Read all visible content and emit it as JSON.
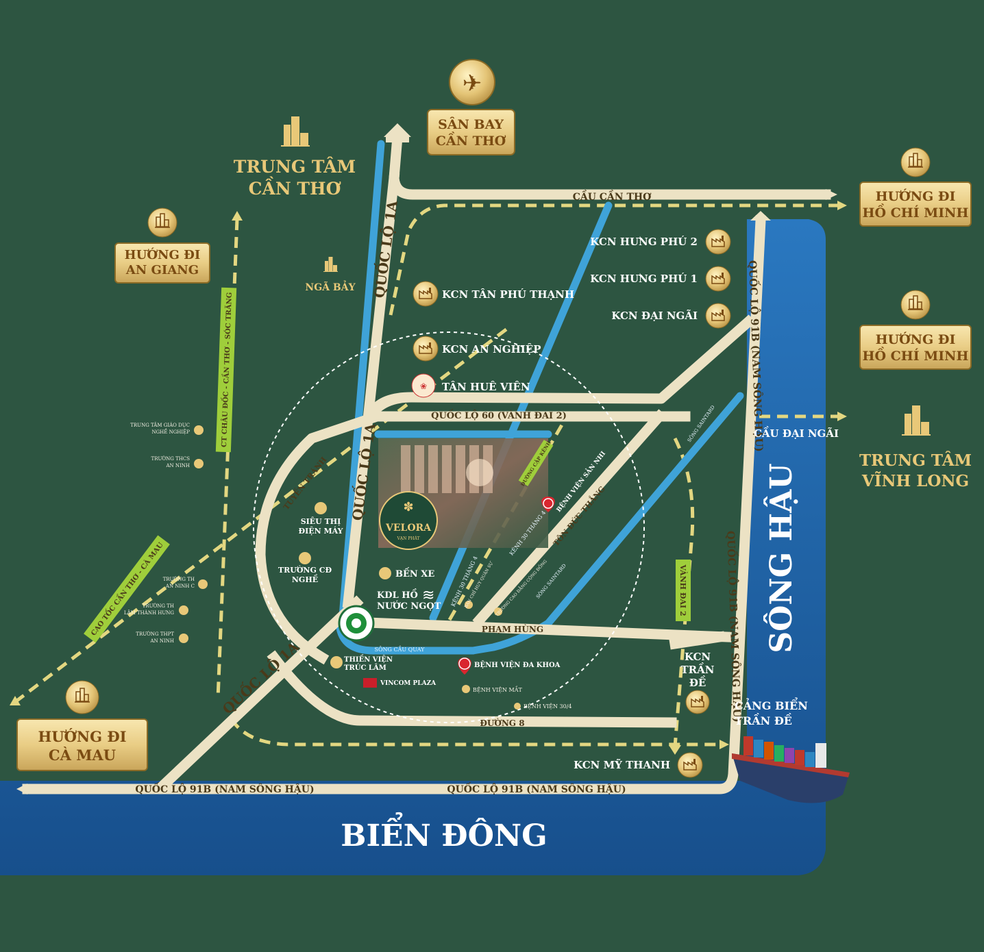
{
  "colors": {
    "background": "#2d5541",
    "sea": "#1f64a6",
    "road": "#ece2c4",
    "canal": "#3fa3d8",
    "dashed_route": "#e3d781",
    "gold": "#d4b268",
    "green_badge": "#9fce3b"
  },
  "destinations": {
    "airport": {
      "line1": "SÂN BAY",
      "line2": "CẦN THƠ",
      "icon": "airplane-icon"
    },
    "center_cantho": {
      "line1": "TRUNG TÂM",
      "line2": "CẦN THƠ"
    },
    "an_giang": {
      "line1": "HƯỚNG ĐI",
      "line2": "AN GIANG"
    },
    "hcm_top": {
      "line1": "HƯỚNG ĐI",
      "line2": "HỒ CHÍ MINH"
    },
    "hcm_mid": {
      "line1": "HƯỚNG ĐI",
      "line2": "HỒ CHÍ MINH"
    },
    "vinh_long": {
      "line1": "TRUNG TÂM",
      "line2": "VĨNH LONG"
    },
    "ca_mau": {
      "line1": "HƯỚNG ĐI",
      "line2": "CÀ MAU"
    },
    "nga_bay": "NGÃ BẢY"
  },
  "industrial_parks": {
    "hung_phu_2": "KCN HƯNG PHÚ 2",
    "hung_phu_1": "KCN HƯNG PHÚ 1",
    "dai_ngai": "KCN ĐẠI NGÃI",
    "tan_phu_thanh": "KCN TÂN PHÚ THẠNH",
    "an_nghiep": "KCN AN NGHIỆP",
    "tran_de": {
      "line1": "KCN",
      "line2": "TRẦN",
      "line3": "ĐỀ"
    },
    "my_thanh": "KCN MỸ THANH"
  },
  "landmarks": {
    "tan_hue_vien": "TÂN HUÊ VIÊN",
    "sieu_thi": {
      "line1": "SIÊU THỊ",
      "line2": "ĐIỆN MÁY"
    },
    "truong_cd": {
      "line1": "TRƯỜNG CĐ",
      "line2": "NGHỀ"
    },
    "ben_xe": "BẾN XE",
    "kdl": {
      "line1": "KDL HỒ",
      "line2": "NƯỚC NGỌT"
    },
    "thien_vien": {
      "line1": "THIỀN VIỆN",
      "line2": "TRÚC LÂM"
    },
    "vincom": "VINCOM PLAZA",
    "bv_da_khoa": "BỆNH VIỆN ĐA KHOA",
    "bv_mat": "BỆNH VIỆN MẮT",
    "bv_30_4": "BỆNH VIỆN 30/4",
    "bv_san_nhi": "BỆNH VIỆN SẢN NHI",
    "ban_chi_huy": "BAN CHỈ HUY QUÂN SỰ",
    "truong_cd_cong_dong": "TRƯỜNG CAO ĐẲNG CỘNG ĐỒNG",
    "cang_bien": {
      "line1": "CẢNG BIỂN",
      "line2": "TRẦN ĐỀ"
    },
    "velora": {
      "name": "VELORA",
      "sub": "VẠN PHÁT"
    }
  },
  "schools": [
    {
      "line1": "TRUNG TÂM GIÁO DỤC",
      "line2": "NGHỀ NGHIỆP"
    },
    {
      "line1": "TRƯỜNG THCS",
      "line2": "AN NINH"
    },
    {
      "line1": "TRƯỜNG TH",
      "line2": "AN NINH C"
    },
    {
      "line1": "TRƯỜNG TH",
      "line2": "LÂM THÀNH HƯNG"
    },
    {
      "line1": "TRƯỜNG THPT",
      "line2": "AN NINH"
    }
  ],
  "roads": {
    "cau_can_tho": "CẦU CẦN THƠ",
    "ql1a_top": "QUỐC LỘ 1A",
    "ql1a_mid": "QUỐC LỘ 1A",
    "ql1a_bottom": "QUỐC LỘ 1A",
    "ql60": "QUỐC LỘ 60 (VÀNH ĐAI 2)",
    "ql91b_right_top": "QUỐC LỘ 91B (NAM SÔNG HẬU)",
    "ql91b_right_bottom": "QUỐC LỘ 91B (NAM SÔNG HẬU)",
    "ql91b_bottom_left": "QUỐC LỘ 91B (NAM SÔNG HẬU)",
    "ql91b_bottom_right": "QUỐC LỘ 91B (NAM SÔNG HẬU)",
    "cau_dai_ngai": "CẦU ĐẠI NGÃI",
    "tuyen_tranh": "TUYẾN TRÁNH",
    "pham_hung": "PHẠM HÙNG",
    "ton_duc_thang": "TÔN ĐỨC THẮNG",
    "duong_8": "ĐƯỜNG 8",
    "vanh_dai_2": "VÀNH ĐAI 2",
    "ct_chau_doc": "CT CHÂU ĐỐC - CẦN THƠ - SÓC TRĂNG",
    "cao_toc": "CAO TỐC CẦN THƠ - CÀ MAU",
    "duong_cap_kenh": "ĐƯỜNG CẶP KÊNH",
    "kenh_30_4_a": "KÊNH 30 THÁNG 4",
    "kenh_30_4_b": "KÊNH 30 THÁNG 4",
    "song_cau_quay": "SÔNG CẦU QUAY",
    "song_saintard_a": "SÔNG SAINTARD",
    "song_saintard_b": "SÔNG SAINTARD"
  },
  "water": {
    "bien_dong": "BIỂN ĐÔNG",
    "song_hau": "SÔNG HẬU"
  }
}
